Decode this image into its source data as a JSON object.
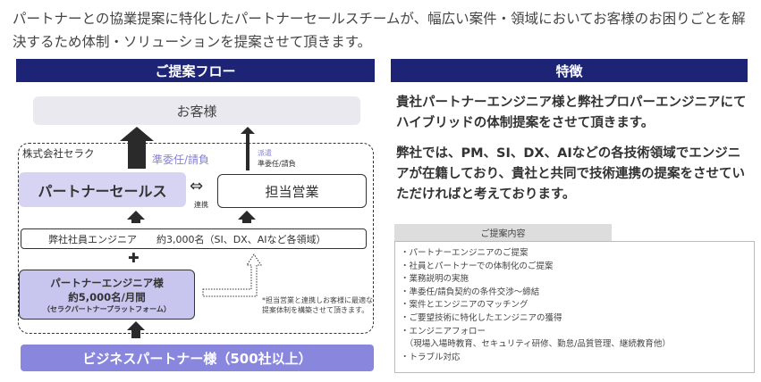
{
  "intro": "パートナーとの協業提案に特化したパートナーセールスチームが、幅広い案件・領域においてお客様のお困りごとを解決するため体制・ソリューションを提案させて頂きます。",
  "flow": {
    "header": "ご提案フロー",
    "customer": "お客様",
    "company": "株式会社セラク",
    "contract_left": "準委任/請負",
    "dispatch": "派遣",
    "contract_right": "準委任/請負",
    "partner_sales": "パートナーセールス",
    "link_arrow": "⇔",
    "link": "連携",
    "sales_rep": "担当営業",
    "employees": "弊社社員エンジニア　　約3,000名（SI、DX、AIなど各領域）",
    "plus": "✚",
    "partner_eng_1": "パートナーエンジニア様",
    "partner_eng_2": "約5,000名/月間",
    "partner_eng_3": "（セラクパートナープラットフォーム）",
    "note": "*担当営業と連携しお客様に最適な提案体制を構築させて頂きます。",
    "business_partners": "ビジネスパートナー様（500社以上）"
  },
  "features": {
    "header": "特徴",
    "p1": "貴社パートナーエンジニア様と弊社プロパーエンジニアにてハイブリッドの体制提案をさせて頂きます。",
    "p2": "弊社では、PM、SI、DX、AIなどの各技術領域でエンジニアが在籍しており、貴社と共同で技術連携の提案をさせていただければと考えております。",
    "tab": "ご提案内容",
    "items": [
      "・パートナーエンジニアのご提案",
      "・社員とパートナーでの体制化のご提案",
      "・業務説明の実施",
      "・準委任/請負契約の条件交渉～締結",
      "・案件とエンジニアのマッチング",
      "・ご要望技術に特化したエンジニアの獲得",
      "・エンジニアフォロー",
      "　（現場入場時教育、セキュリティ研修、勤怠/品質管理、継続教育他）",
      "・トラブル対応"
    ]
  }
}
